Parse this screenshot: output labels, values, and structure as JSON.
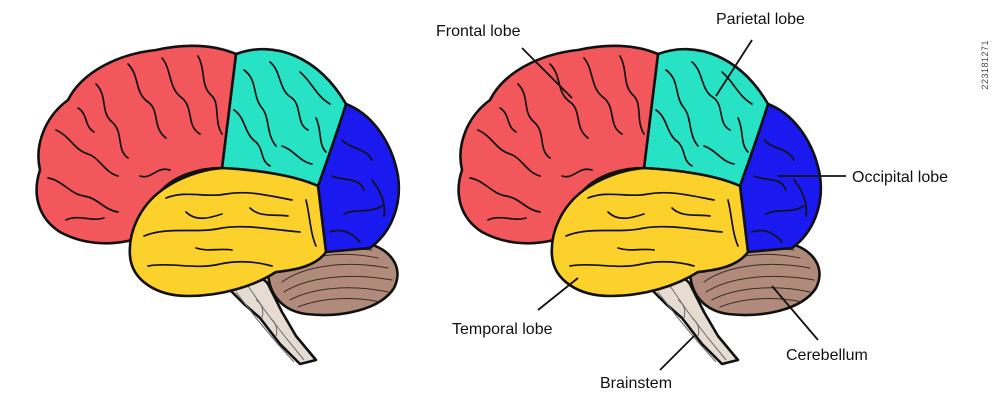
{
  "labels": {
    "frontal": "Frontal lobe",
    "parietal": "Parietal lobe",
    "occipital": "Occipital lobe",
    "temporal": "Temporal lobe",
    "cerebellum": "Cerebellum",
    "brainstem": "Brainstem"
  },
  "watermark_id": "223181271",
  "colors": {
    "frontal": "#f2575b",
    "parietal": "#27e2c4",
    "occipital": "#1a1af0",
    "temporal": "#fdd12b",
    "cerebellum": "#b08b7c",
    "brainstem": "#e6dcd2",
    "outline": "#111111"
  }
}
